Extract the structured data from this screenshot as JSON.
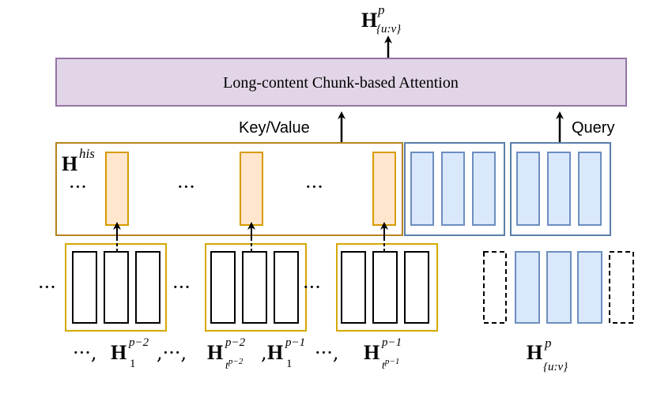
{
  "output_label": {
    "base": "H",
    "sup": "p",
    "sub": "{u:v}"
  },
  "attention_block": {
    "label": "Long-content Chunk-based Attention",
    "fill": "#e1d5e7",
    "stroke": "#9673a6"
  },
  "key_value_label": "Key/Value",
  "query_label": "Query",
  "history_label": {
    "base": "H",
    "sup": "his"
  },
  "ellipsis": "···",
  "colors": {
    "history_stroke": "#b5841f",
    "memory_fill": "#ffe6cc",
    "memory_stroke": "#d79b00",
    "chunk_group_stroke": "#d6a800",
    "current_fill": "#dae8fc",
    "current_stroke": "#6c8ebf",
    "current_group_stroke": "#5a7fa8"
  },
  "bottom_sequence": [
    {
      "kind": "text",
      "value": "···,"
    },
    {
      "kind": "var",
      "base": "H",
      "sub": "1",
      "sup": "p−2"
    },
    {
      "kind": "text",
      "value": ",···,"
    },
    {
      "kind": "var",
      "base": "H",
      "sub": "t^{p−2}",
      "sup": "p−2"
    },
    {
      "kind": "text",
      "value": ","
    },
    {
      "kind": "var",
      "base": "H",
      "sub": "1",
      "sup": "p−1"
    },
    {
      "kind": "text",
      "value": "···,"
    },
    {
      "kind": "var",
      "base": "H",
      "sub": "t^{p−1}",
      "sup": "p−1"
    }
  ],
  "current_label": {
    "base": "H",
    "sup": "p",
    "sub": "{u:v}"
  }
}
